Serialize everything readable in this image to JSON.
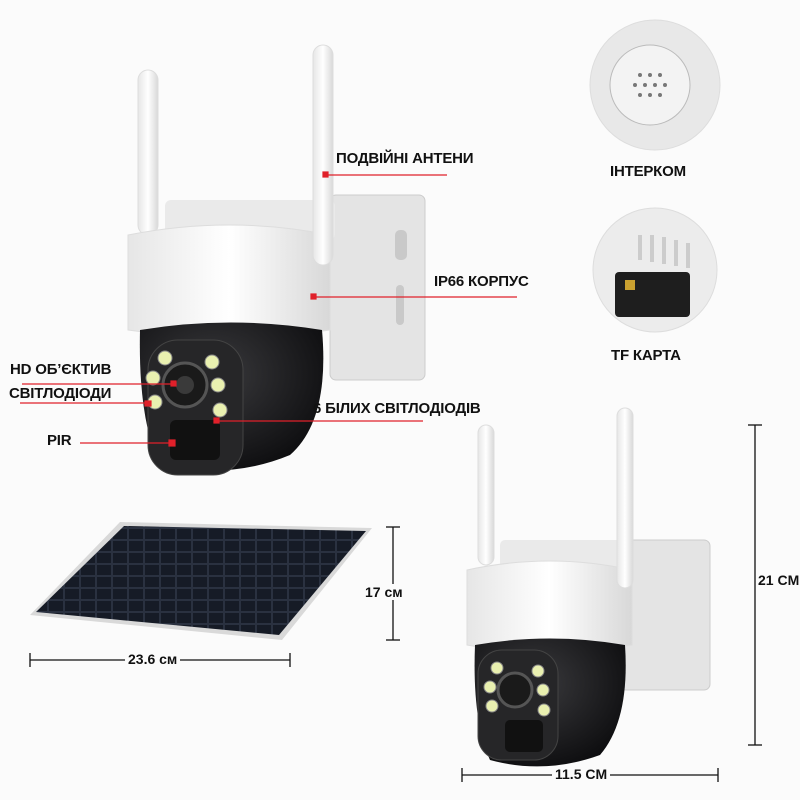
{
  "labels": {
    "antennas": "ПОДВІЙНІ АНТЕНИ",
    "housing": "IP66 КОРПУС",
    "lens": "HD ОБ’ЄКТИВ",
    "leds": "СВІТЛОДІОДИ",
    "white_leds": "6 БІЛИХ СВІТЛОДІОДІВ",
    "pir": "PIR",
    "intercom": "ІНТЕРКОМ",
    "tf_card": "TF КАРТА"
  },
  "dimensions": {
    "panel_width": "23.6 см",
    "panel_height": "17 см",
    "camera_height": "21 CM",
    "camera_width": "11.5 CM"
  },
  "colors": {
    "accent": "#e0202a",
    "camera_black": "#1c1c1e",
    "camera_white": "#f2f2f2"
  }
}
